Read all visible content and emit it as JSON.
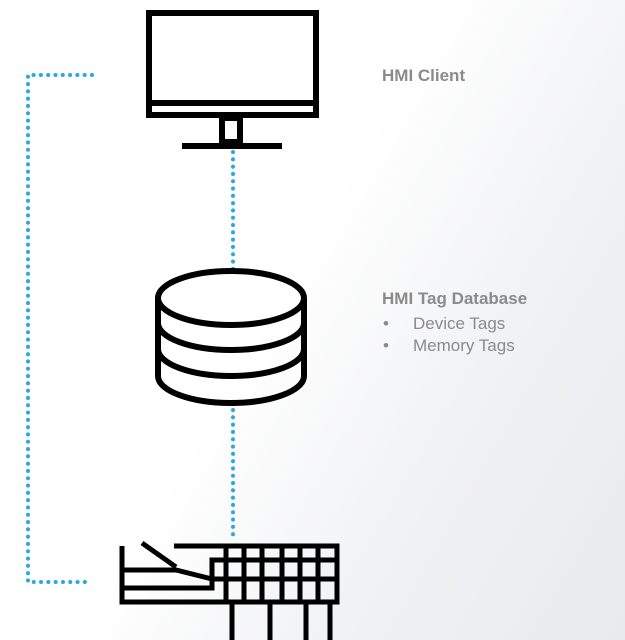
{
  "colors": {
    "connector": "#2aa9e0",
    "icon_stroke": "#000000",
    "label_text": "#8a8a8a"
  },
  "nodes": {
    "hmi_client": {
      "icon": "monitor-icon",
      "title": "HMI Client"
    },
    "tag_database": {
      "icon": "database-icon",
      "title": "HMI Tag Database",
      "items": [
        "Device Tags",
        "Memory Tags"
      ]
    },
    "device": {
      "icon": "plc-device-icon"
    }
  }
}
